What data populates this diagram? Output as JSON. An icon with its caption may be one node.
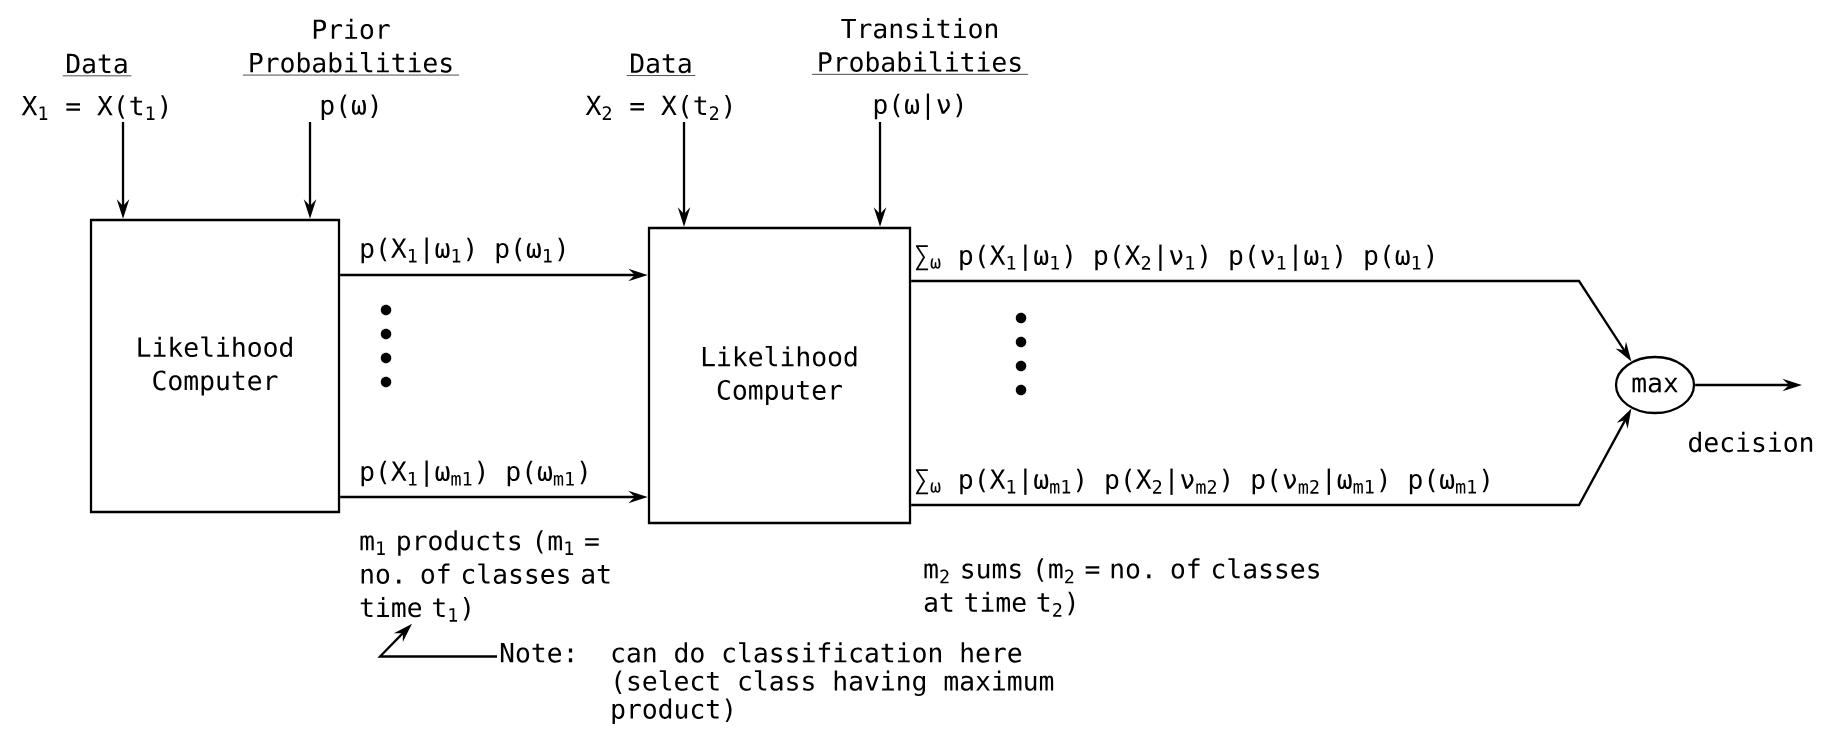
{
  "diagram": {
    "nodes": [
      {
        "text": [
          "Data",
          "X$_{1}$ = X(t$_{1}$)"
        ]
      },
      {
        "text": [
          "Prior Probabilities",
          "p(ω)"
        ]
      },
      {
        "text": [
          "Likelihood Computer"
        ]
      },
      {
        "text": [
          "Data",
          "X$_{2}$ = X(t$_{2}$)"
        ]
      },
      {
        "text": [
          "Transition Probabilities",
          "p(ω|ν)"
        ]
      },
      {
        "text": [
          "Likelihood Computer"
        ]
      },
      {
        "text": [
          "max"
        ]
      },
      {
        "text": [
          "m$_{1}$ products (m$_{1}$ = no. of classes at time t$_{1}$)"
        ]
      },
      {
        "text": [
          "Note:",
          "can do classification here (select class having maximum product)"
        ]
      }
    ],
    "edges": [
      {
        "from": 0,
        "to": 2,
        "arrow": "to"
      },
      {
        "from": 1,
        "to": 2,
        "arrow": "to"
      },
      {
        "from": 3,
        "to": 5,
        "arrow": "to"
      },
      {
        "from": 4,
        "to": 5,
        "arrow": "to"
      },
      {
        "from": 2,
        "to": 5,
        "arrow": "to",
        "label": "p(X$_{1}$|ω$_{1}$) p(ω$_{1}$)"
      },
      {
        "from": 2,
        "to": 5,
        "arrow": "to",
        "label": "p(X$_{1}$|ω$_{m1}$) p(ω$_{m1}$)"
      },
      {
        "from": 5,
        "to": 6,
        "arrow": "to",
        "label": "∑$_{ω}$ p(X$_{1}$|ω$_{1}$) p(X$_{2}$|ν$_{1}$) p(ν$_{1}$|ω$_{1}$) p(ω$_{1}$)"
      },
      {
        "from": 5,
        "to": 6,
        "arrow": "to",
        "label": "∑$_{ω}$ p(X$_{1}$|ω$_{m1}$) p(X$_{2}$|ν$_{m2}$) p(ν$_{m2}$|ω$_{m1}$) p(ω$_{m1}$)"
      },
      {
        "from": 6,
        "to": null,
        "arrow": "to"
      },
      {
        "from": 8,
        "to": 7,
        "arrow": "to"
      }
    ],
    "labels": [
      "decision",
      "m$_{2}$ sums (m$_{2}$ = no. of classes at time t$_{2}$)"
    ]
  }
}
